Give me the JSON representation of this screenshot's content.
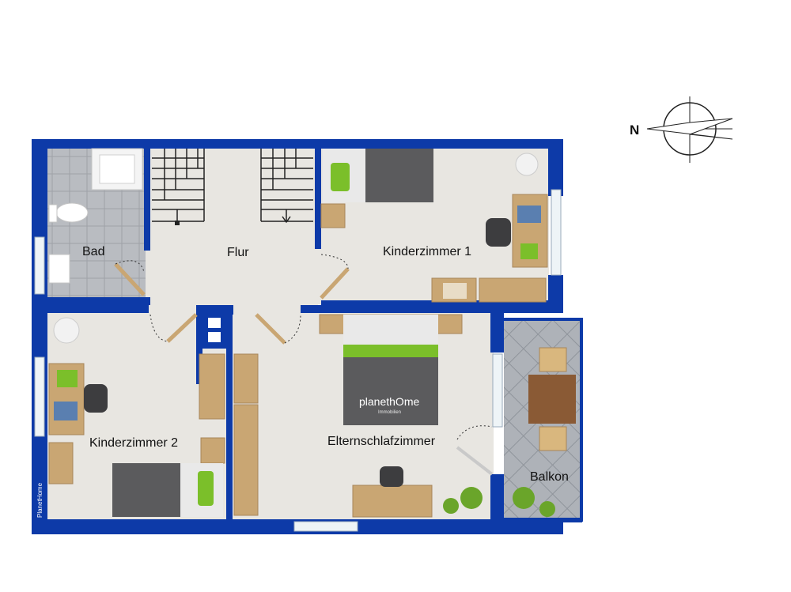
{
  "compass": {
    "label": "N"
  },
  "rooms": {
    "bad": "Bad",
    "flur": "Flur",
    "kinderzimmer1": "Kinderzimmer 1",
    "kinderzimmer2": "Kinderzimmer 2",
    "elternschlafzimmer": "Elternschlafzimmer",
    "balkon": "Balkon"
  },
  "branding": {
    "bed_logo": "planethOme",
    "bed_logo_sub": "Immobilien",
    "side_mark": "PlanetHome"
  },
  "colors": {
    "wall": "#0d3aa8",
    "floor": "#e8e6e1",
    "tile": "#b9bcc1",
    "balcony_tile": "#a9adb3",
    "wood": "#c9a673",
    "bed_cover": "#5b5b5d",
    "pillow_green": "#7bbf2a"
  }
}
